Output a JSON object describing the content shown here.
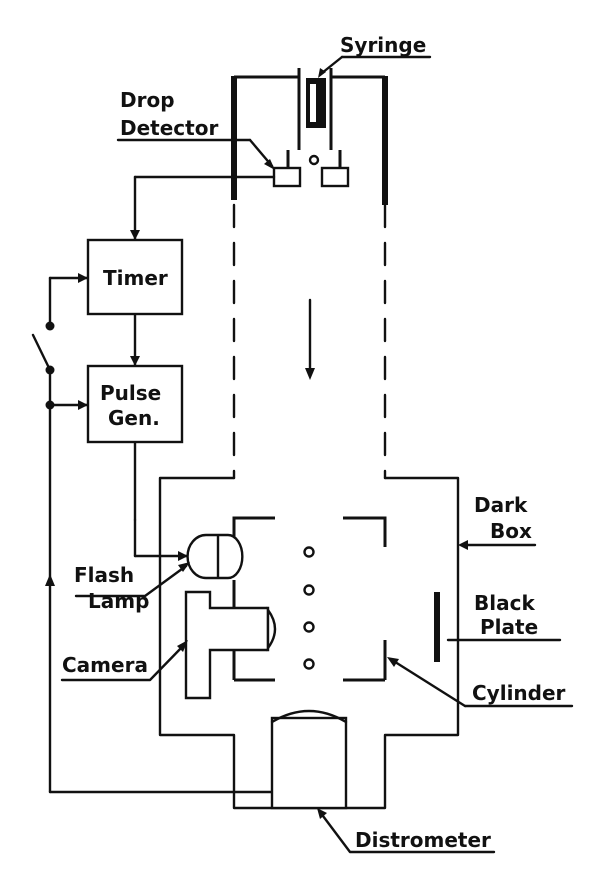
{
  "labels": {
    "syringe": "Syringe",
    "drop_detector_line1": "Drop",
    "drop_detector_line2": "Detector",
    "timer": "Timer",
    "pulse_gen_line1": "Pulse",
    "pulse_gen_line2": "Gen.",
    "flash_lamp_line1": "Flash",
    "flash_lamp_line2": "Lamp",
    "camera": "Camera",
    "dark_box_line1": "Dark",
    "dark_box_line2": "Box",
    "black_plate_line1": "Black",
    "black_plate_line2": "Plate",
    "cylinder": "Cylinder",
    "distrometer": "Distrometer"
  }
}
